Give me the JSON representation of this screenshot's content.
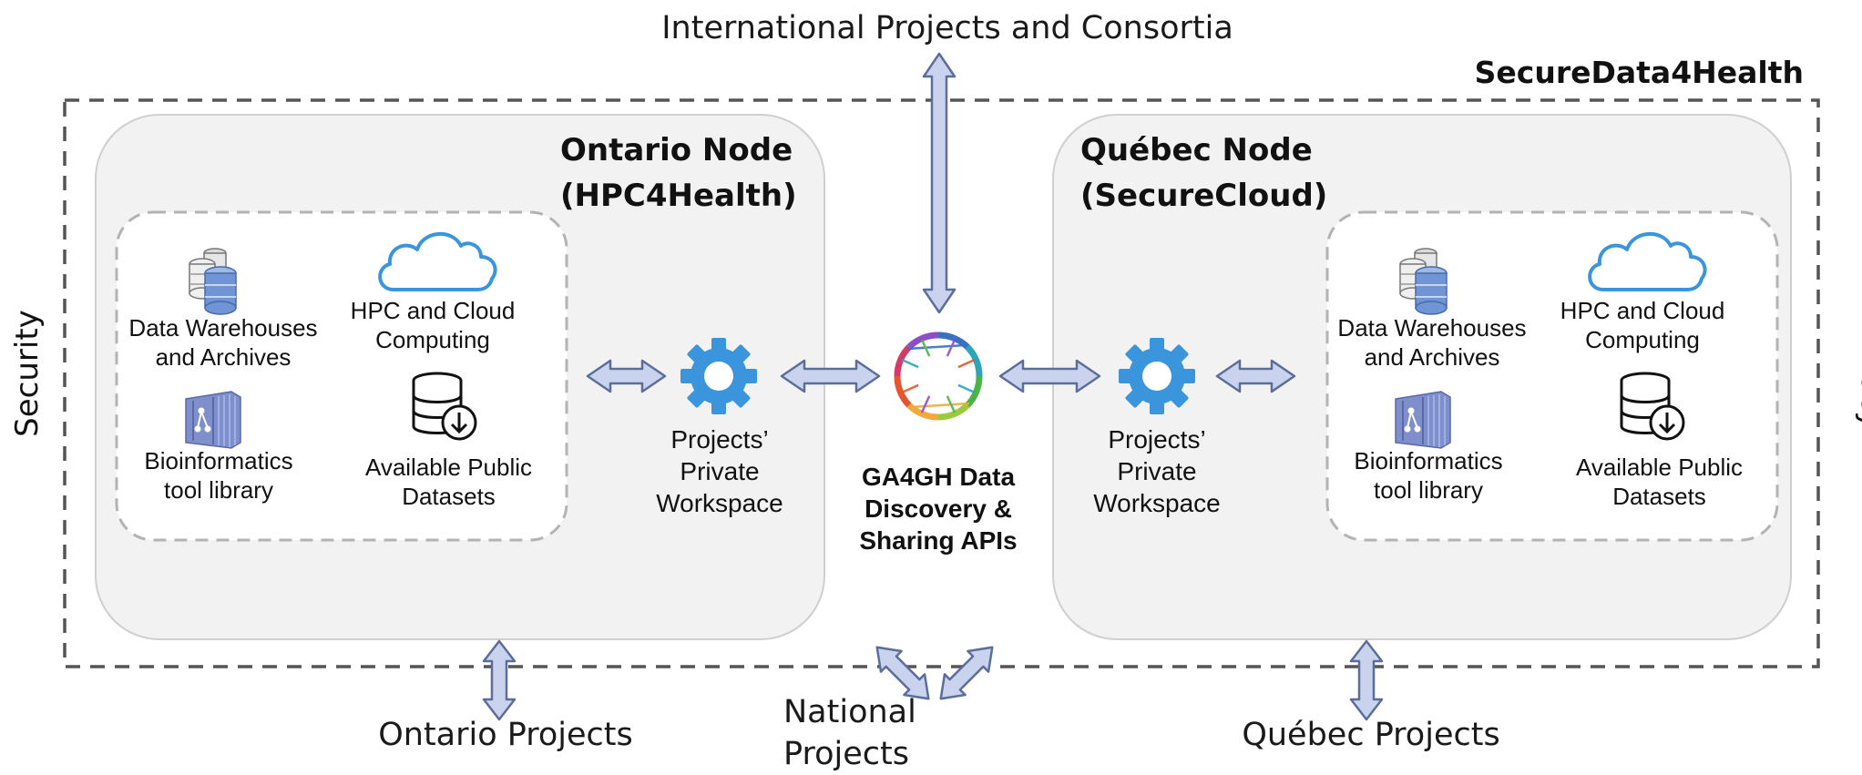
{
  "header": {
    "consortia_label": "International Projects and Consortia",
    "platform_label": "SecureData4Health"
  },
  "side_labels": {
    "left": "Security",
    "right": "Privacy"
  },
  "ontario_node": {
    "title_line1": "Ontario Node",
    "title_line2": "(HPC4Health)",
    "resources": {
      "warehouses_line1": "Data Warehouses",
      "warehouses_line2": "and Archives",
      "hpc_line1": "HPC and Cloud",
      "hpc_line2": "Computing",
      "bioinfo_line1": "Bioinformatics",
      "bioinfo_line2": "tool library",
      "datasets_line1": "Available Public",
      "datasets_line2": "Datasets"
    },
    "workspace_line1": "Projects’",
    "workspace_line2": "Private",
    "workspace_line3": "Workspace"
  },
  "quebec_node": {
    "title_line1": "Québec Node",
    "title_line2": "(SecureCloud)",
    "resources": {
      "warehouses_line1": "Data Warehouses",
      "warehouses_line2": "and Archives",
      "hpc_line1": "HPC and Cloud",
      "hpc_line2": "Computing",
      "bioinfo_line1": "Bioinformatics",
      "bioinfo_line2": "tool library",
      "datasets_line1": "Available Public",
      "datasets_line2": "Datasets"
    },
    "workspace_line1": "Projects’",
    "workspace_line2": "Private",
    "workspace_line3": "Workspace"
  },
  "ga4gh": {
    "line1": "GA4GH Data",
    "line2": "Discovery &",
    "line3": "Sharing APIs"
  },
  "bottom": {
    "ontario_projects": "Ontario Projects",
    "national_line1": "National",
    "national_line2": "Projects",
    "quebec_projects": "Québec Projects"
  },
  "colors": {
    "arrow_fill": "#c9d3ee",
    "arrow_stroke": "#5b6e9a",
    "gear": "#3b95dc",
    "cloud": "#3b95dc",
    "node_fill": "#f2f2f2",
    "dash": "#555555"
  },
  "icons": [
    "database-stack-icon",
    "cloud-icon",
    "container-icon",
    "download-database-icon",
    "gear-icon",
    "ga4gh-logo"
  ]
}
